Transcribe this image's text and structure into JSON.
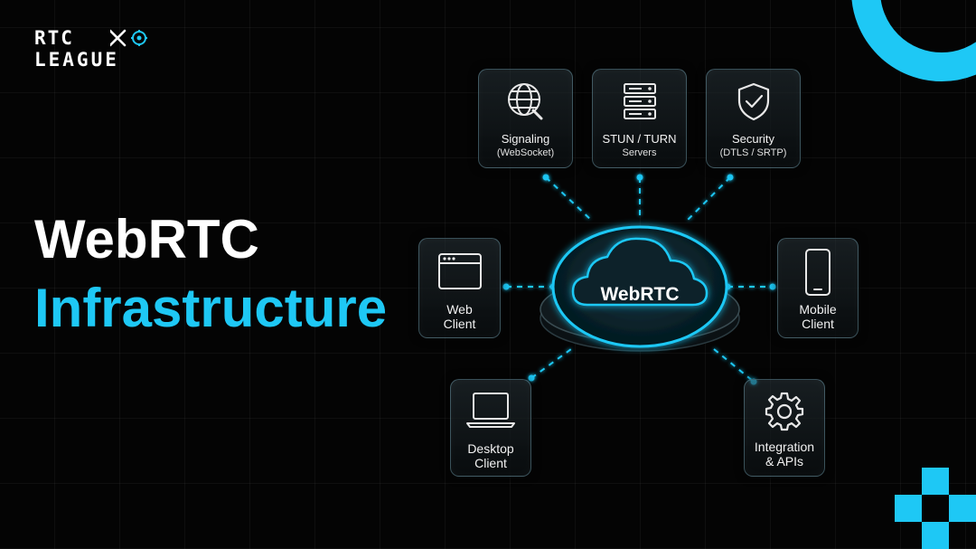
{
  "brand": {
    "line1": "RTC",
    "line2": "LEAGUE"
  },
  "headline": {
    "line1": "WebRTC",
    "line2": "Infrastructure"
  },
  "hub": {
    "label": "WebRTC"
  },
  "nodes": {
    "signaling": {
      "title": "Signaling",
      "subtitle": "(WebSocket)",
      "icon": "globe-icon"
    },
    "stun": {
      "title": "STUN / TURN",
      "subtitle": "Servers",
      "icon": "server-icon"
    },
    "security": {
      "title": "Security",
      "subtitle": "(DTLS / SRTP)",
      "icon": "shield-check-icon"
    },
    "web": {
      "line1": "Web",
      "line2": "Client",
      "icon": "browser-window-icon"
    },
    "mobile": {
      "line1": "Mobile",
      "line2": "Client",
      "icon": "smartphone-icon"
    },
    "desktop": {
      "line1": "Desktop",
      "line2": "Client",
      "icon": "laptop-icon"
    },
    "integration": {
      "line1": "Integration",
      "line2": "& APIs",
      "icon": "gear-icon"
    }
  },
  "colors": {
    "accent": "#1ec8f5",
    "background": "#040404",
    "text": "#ffffff"
  }
}
